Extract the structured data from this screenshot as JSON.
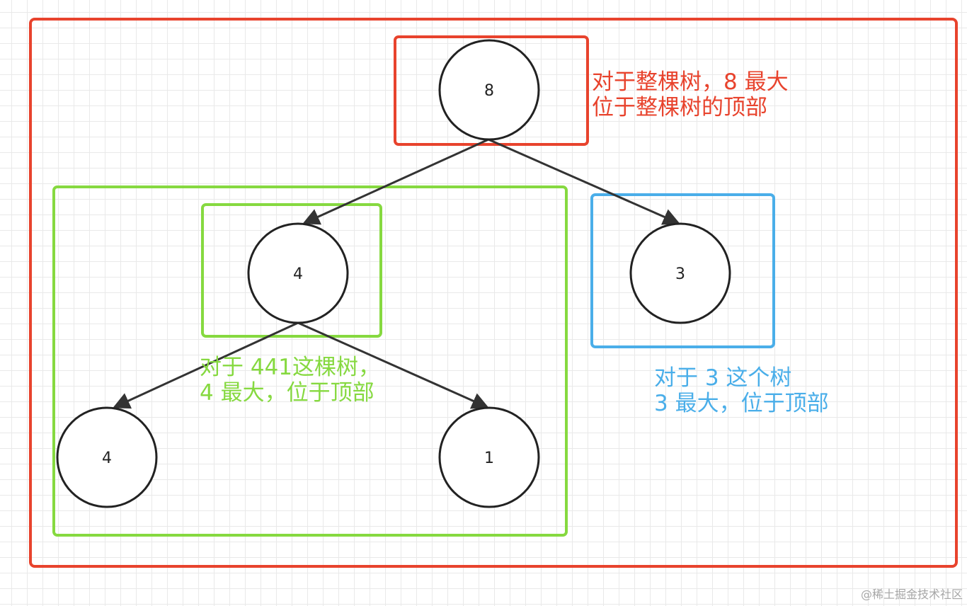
{
  "colors": {
    "root_frame": "#e8432d",
    "left_subtree": "#86d940",
    "right_subtree": "#4aaee9",
    "node_stroke": "#222222",
    "edge": "#333333"
  },
  "nodes": {
    "root": "8",
    "left": "4",
    "right": "3",
    "left_left": "4",
    "left_right": "1"
  },
  "annotations": {
    "root": [
      "对于整棵树，8 最大",
      "位于整棵树的顶部"
    ],
    "left_subtree": [
      "对于 441这棵树，",
      "4 最大，位于顶部"
    ],
    "right_subtree": [
      "对于 3 这个树",
      "3 最大，位于顶部"
    ]
  },
  "watermark": "@稀土掘金技术社区"
}
